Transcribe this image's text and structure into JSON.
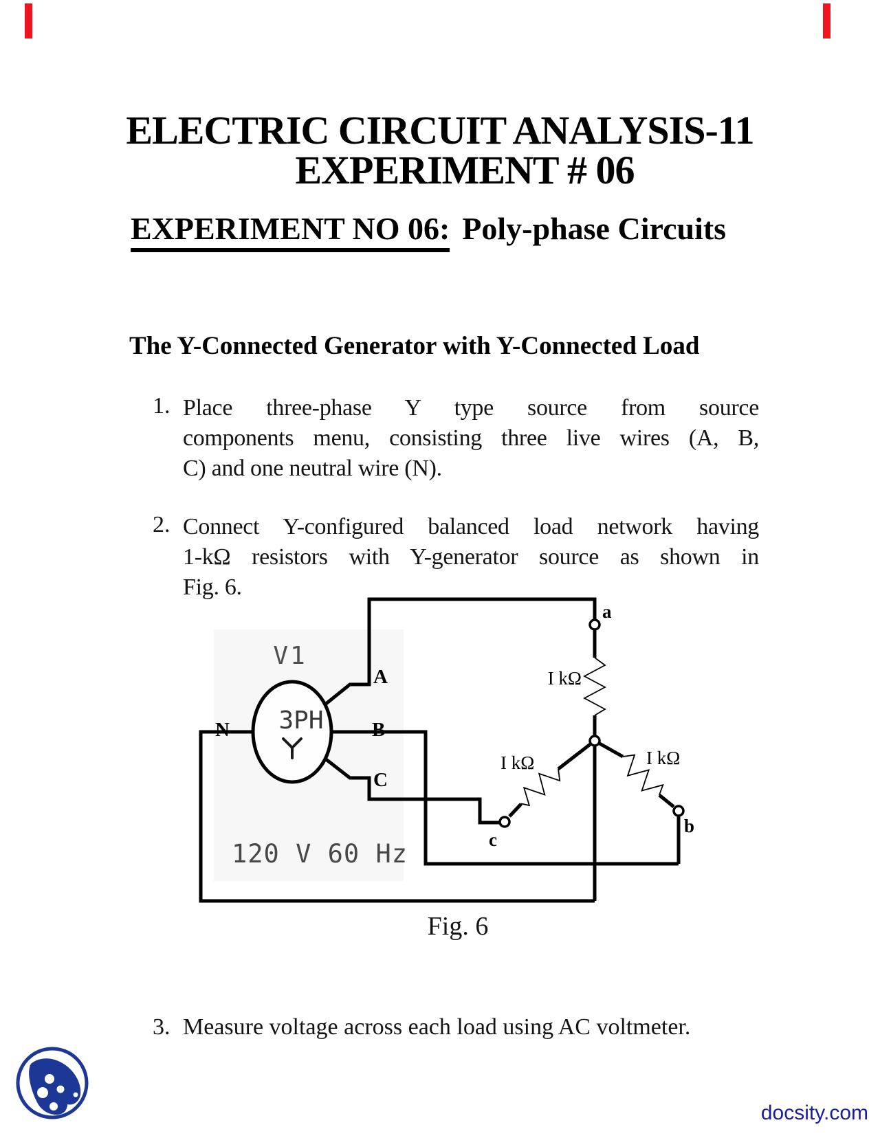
{
  "page": {
    "title_line1": "ELECTRIC CIRCUIT ANALYSIS-11",
    "title_line2": "EXPERIMENT # 06",
    "heading_underlined": "EXPERIMENT NO 06:",
    "heading_rest": "Poly-phase Circuits",
    "subheading": "The Y-Connected Generator with Y-Connected Load"
  },
  "list": {
    "item1": {
      "number": "1.",
      "lines": [
        "Place three-phase Y type source from source",
        "components menu, consisting three live wires (A, B,",
        "C) and one neutral wire (N)."
      ]
    },
    "item2": {
      "number": "2.",
      "lines": [
        "Connect Y-configured balanced load network having",
        "1-kΩ resistors with Y-generator source as shown in",
        "Fig. 6."
      ]
    },
    "item3": {
      "number": "3.",
      "text": "Measure voltage across each load using AC voltmeter."
    }
  },
  "figure": {
    "caption": "Fig. 6",
    "source_name": "V1",
    "source_type": "3PH",
    "source_config_symbol": "Y",
    "source_rating": "120 V 60 Hz",
    "terminals": {
      "A": "A",
      "B": "B",
      "C": "C",
      "N": "N"
    },
    "nodes": {
      "a": "a",
      "b": "b",
      "c": "c"
    },
    "resistor_labels": [
      "I kΩ",
      "I kΩ",
      "I kΩ"
    ]
  },
  "footer": {
    "brand": "docsity.com"
  },
  "colors": {
    "accent_red": "#ee1520",
    "logo_blue": "#1c3796",
    "brand_blue": "#1d1d9c"
  }
}
